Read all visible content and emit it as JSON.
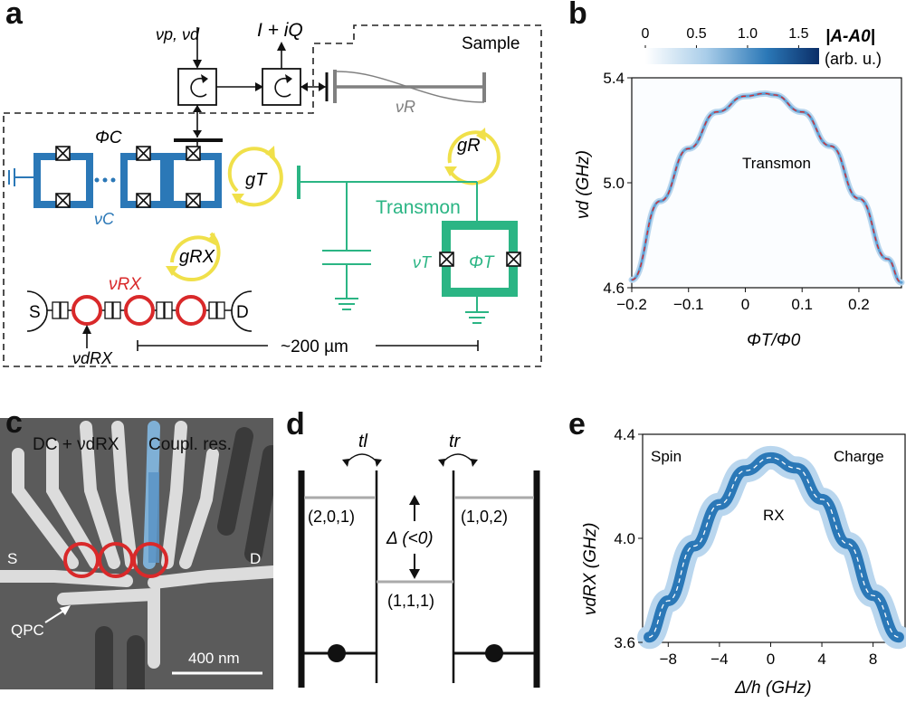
{
  "colors": {
    "blue": "#2b78b7",
    "green": "#2bb584",
    "red": "#d9292a",
    "yellow": "#f0e04a",
    "grey": "#7c7c7c",
    "heat_dark": "#0b2e68",
    "heat_light": "#eaf3fb"
  },
  "panel_a": {
    "label": "a",
    "vp_vd": "νp, νd",
    "iq": "I + iQ",
    "sample": "Sample",
    "vR": "νR",
    "phiC": "ΦC",
    "vC": "νC",
    "gT": "gT",
    "gR": "gR",
    "gRX": "gRX",
    "vRX": "νRX",
    "transmon": "Transmon",
    "vT": "νT",
    "phiT": "ΦT",
    "S": "S",
    "D": "D",
    "vdRX": "νdRX",
    "scale": "~200 µm"
  },
  "panel_b": {
    "label": "b",
    "colorbar_title": "|A-A0|",
    "colorbar_unit": "(arb. u.)",
    "colorbar_ticks": [
      "0",
      "0.5",
      "1.0",
      "1.5"
    ],
    "xlabel": "ΦT/Φ0",
    "ylabel": "νd (GHz)",
    "xticks": [
      "−0.2",
      "−0.1",
      "0",
      "0.1",
      "0.2"
    ],
    "yticks": [
      "5.4",
      "5.0",
      "4.6"
    ],
    "annotation": "Transmon"
  },
  "panel_c": {
    "label": "c",
    "dc": "DC + νdRX",
    "coupl": "Coupl. res.",
    "S": "S",
    "D": "D",
    "qpc": "QPC",
    "scalebar": "400 nm"
  },
  "panel_d": {
    "label": "d",
    "tl": "tl",
    "tr": "tr",
    "left_state": "(2,0,1)",
    "right_state": "(1,0,2)",
    "mid_state": "(1,1,1)",
    "delta": "Δ (<0)"
  },
  "panel_e": {
    "label": "e",
    "xlabel": "Δ/h (GHz)",
    "ylabel": "νdRX (GHz)",
    "xticks": [
      "−8",
      "−4",
      "0",
      "4",
      "8"
    ],
    "yticks": [
      "4.4",
      "4.0",
      "3.6"
    ],
    "spin": "Spin",
    "charge": "Charge",
    "rx": "RX"
  },
  "chart_data": [
    {
      "type": "heatmap",
      "panel": "b",
      "xlabel": "ΦT/Φ0",
      "ylabel": "νd (GHz)",
      "xlim": [
        -0.2,
        0.275
      ],
      "ylim": [
        4.6,
        5.4
      ],
      "colorbar_range": [
        0,
        1.7
      ],
      "series": [
        {
          "x": [
            -0.2,
            -0.15,
            -0.1,
            -0.05,
            0,
            0.035,
            0.05,
            0.1,
            0.15,
            0.2,
            0.25,
            0.275
          ],
          "y": [
            4.63,
            4.93,
            5.13,
            5.27,
            5.33,
            5.34,
            5.335,
            5.27,
            5.14,
            4.94,
            4.71,
            4.62
          ]
        }
      ]
    },
    {
      "type": "heatmap",
      "panel": "e",
      "xlabel": "Δ/h (GHz)",
      "ylabel": "νdRX (GHz)",
      "xlim": [
        -10,
        10.5
      ],
      "ylim": [
        3.6,
        4.4
      ],
      "series": [
        {
          "x": [
            -9.5,
            -8,
            -6,
            -4,
            -2,
            0,
            2,
            4,
            6,
            8,
            10
          ],
          "y": [
            3.62,
            3.76,
            3.97,
            4.13,
            4.26,
            4.31,
            4.27,
            4.15,
            3.98,
            3.78,
            3.62
          ]
        }
      ]
    }
  ]
}
